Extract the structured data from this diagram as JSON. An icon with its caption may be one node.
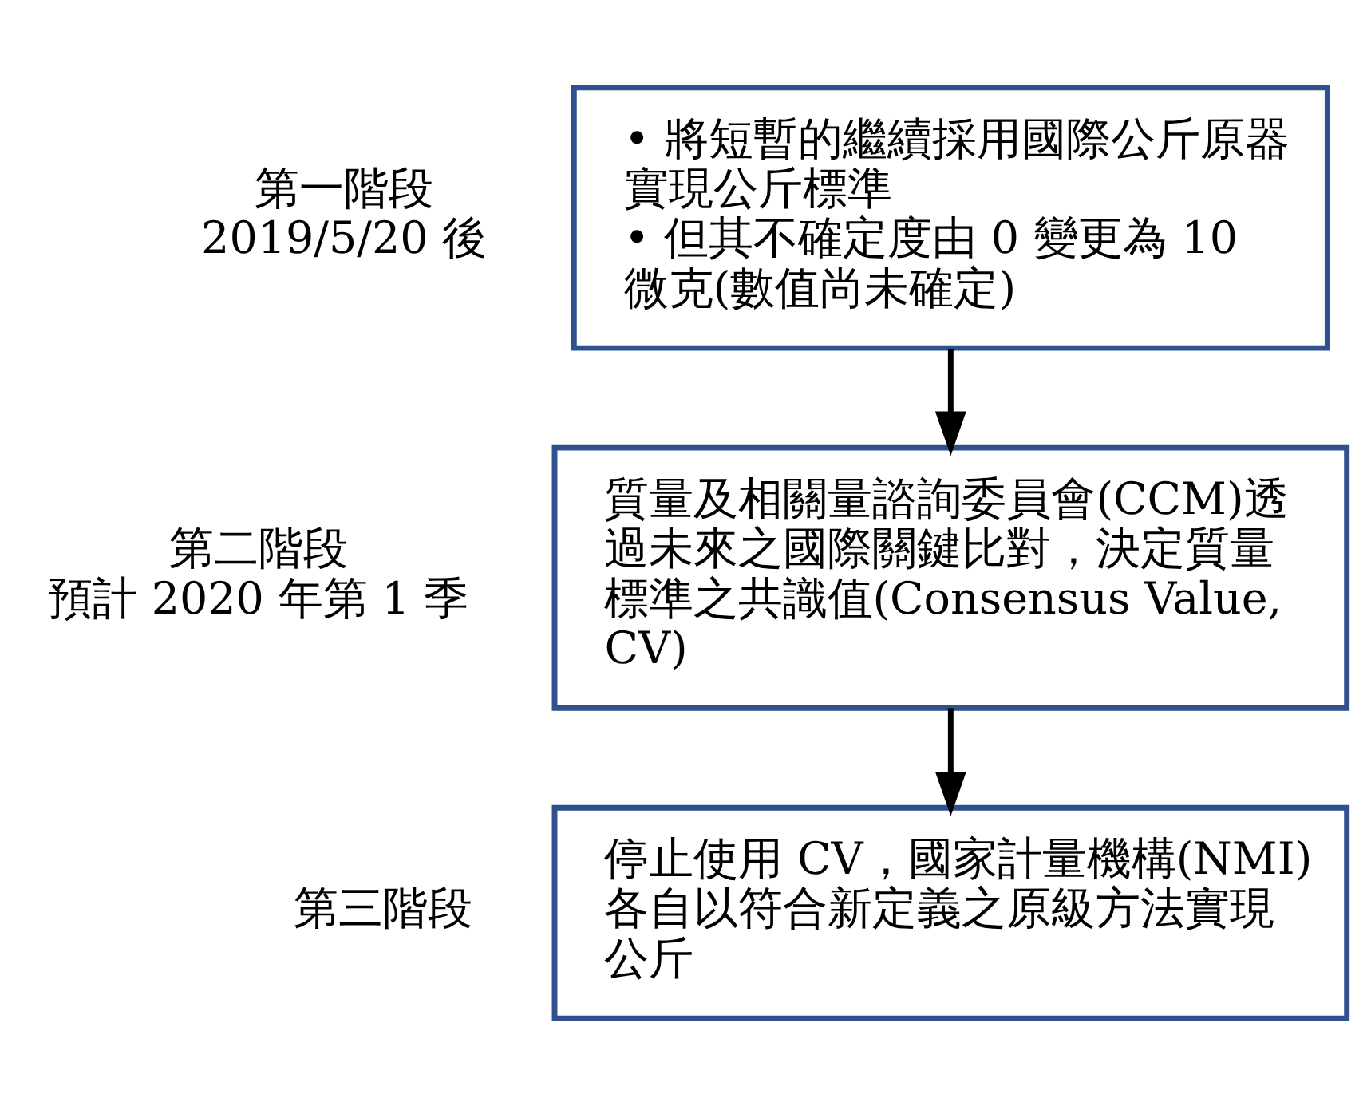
{
  "diagram": {
    "nodes": [
      {
        "text": [
          "• 將短暫的繼續採用國際公斤原器實現公斤標準",
          "• 但其不確定度由 0 變更為 10 微克(數值尚未確定)"
        ],
        "beside": [
          "第一階段",
          "2019/5/20 後"
        ]
      },
      {
        "text": [
          "質量及相關量諮詢委員會(CCM)透過未來之國際關鍵比對，決定質量標準之共識值(Consensus Value, CV)"
        ],
        "beside": [
          "第二階段",
          "預計 2020 年第 1 季"
        ]
      },
      {
        "text": [
          "停止使用 CV，國家計量機構(NMI)各自以符合新定義之原級方法實現公斤"
        ],
        "beside": [
          "第三階段"
        ]
      }
    ],
    "edges": [
      {
        "from": 0,
        "to": 1,
        "arrow": "to"
      },
      {
        "from": 1,
        "to": 2,
        "arrow": "to"
      }
    ]
  }
}
